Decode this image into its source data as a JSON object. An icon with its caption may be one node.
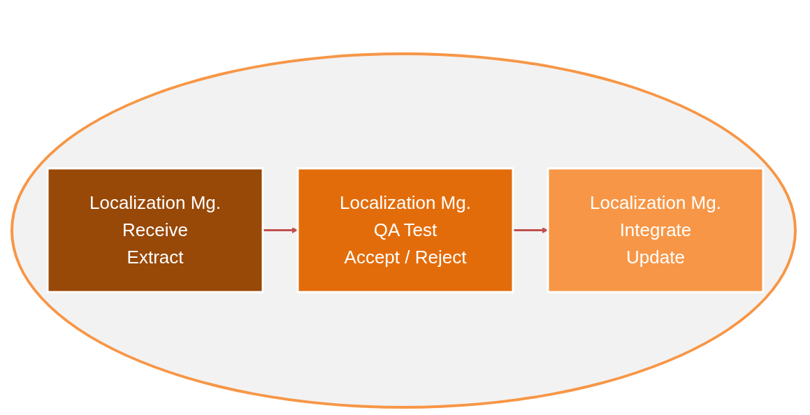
{
  "diagram": {
    "nodes": [
      {
        "text": [
          "Localization Mg.",
          "Receive",
          "Extract"
        ]
      },
      {
        "text": [
          "Localization Mg.",
          "QA Test",
          "Accept / Reject"
        ]
      },
      {
        "text": [
          "Localization Mg.",
          "Integrate",
          "Update"
        ]
      }
    ],
    "edges": [
      {
        "from": 0,
        "to": 1,
        "arrow": "to"
      },
      {
        "from": 1,
        "to": 2,
        "arrow": "to"
      }
    ]
  }
}
